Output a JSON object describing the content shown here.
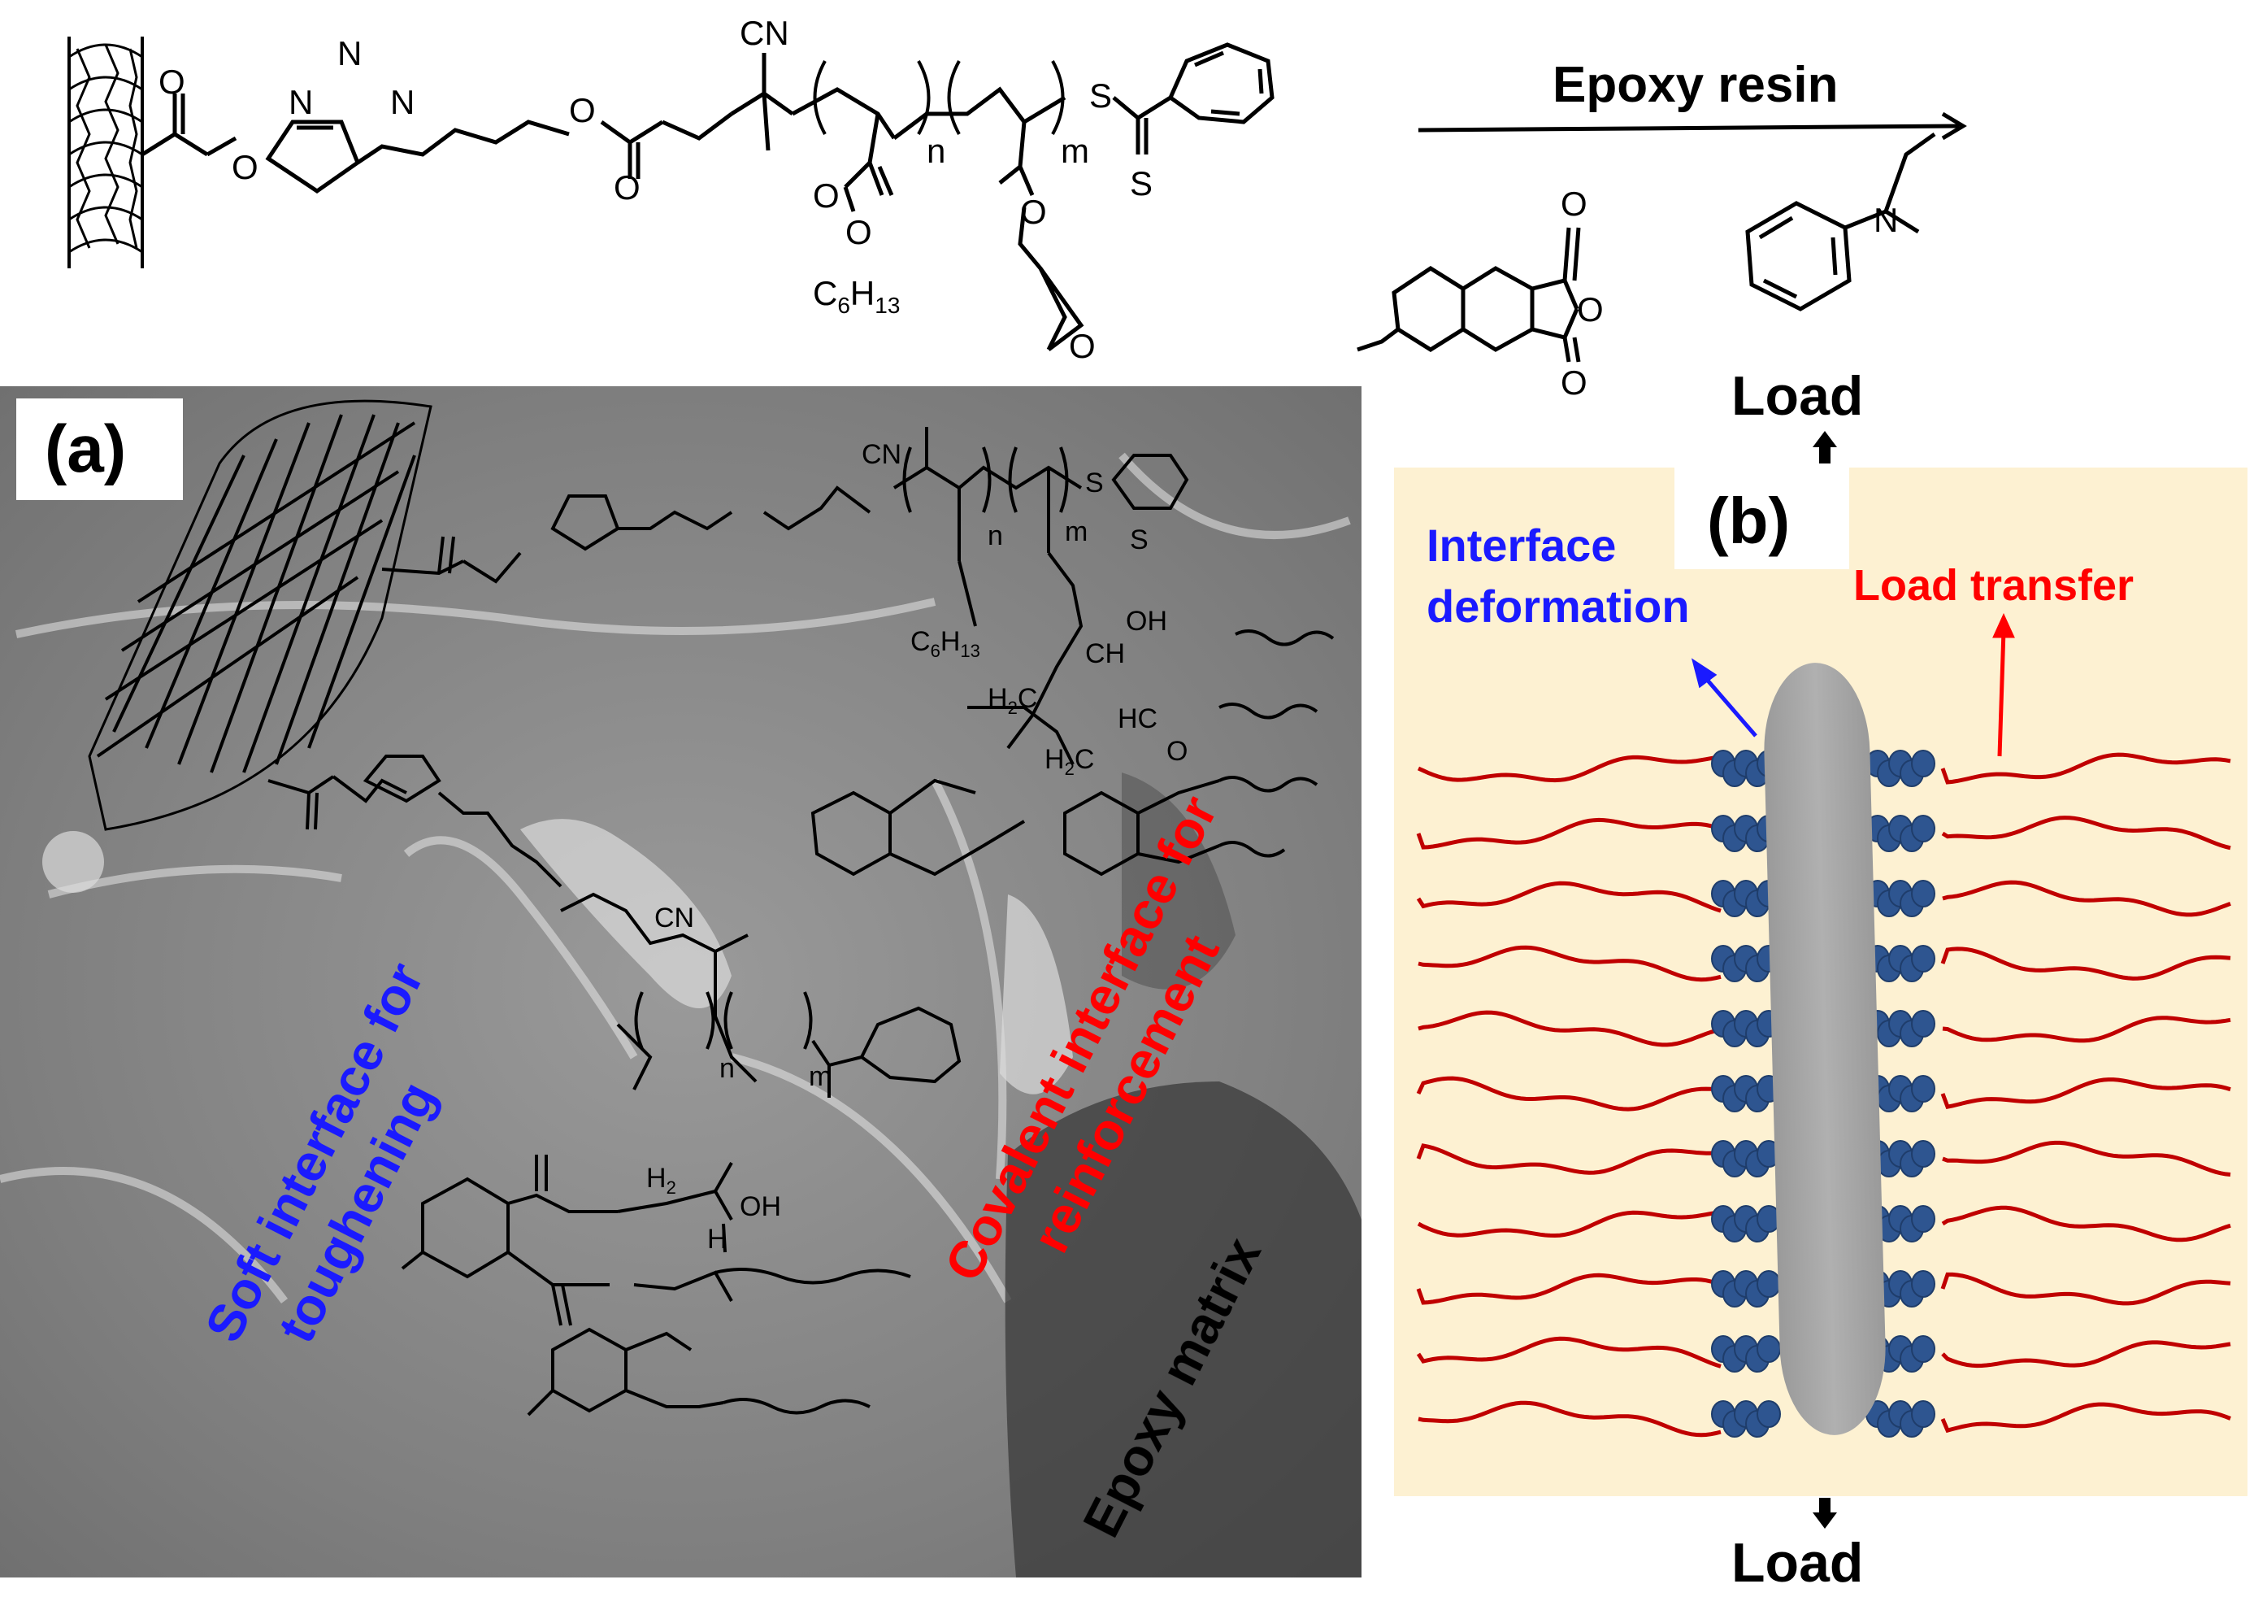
{
  "top_scheme": {
    "reagent_arrow_label": "Epoxy resin",
    "atoms": {
      "n1": "N",
      "n2": "N",
      "n3": "N",
      "o_ester1": "O",
      "o_ester2": "O",
      "o_link": "O",
      "cn": "CN",
      "o_a": "O",
      "o_b": "O",
      "o_c": "O",
      "o_d": "O",
      "hexyl_c": "C",
      "hexyl_c_sub": "6",
      "hexyl_h": "H",
      "hexyl_h_sub": "13",
      "s1": "S",
      "s2": "S",
      "o_epox": "O",
      "n_sub": "n",
      "m_sub": "m"
    },
    "reagents": {
      "anhydride_o1": "O",
      "anhydride_o2": "O",
      "anhydride_o3": "O",
      "amine_n": "N"
    }
  },
  "panel_a": {
    "label": "(a)",
    "text_soft": "Soft interface for toughening",
    "text_soft_line1": "Soft interface for",
    "text_soft_line2": "toughening",
    "text_covalent_line1": "Covalent interface for",
    "text_covalent_line2": "reinforcement",
    "text_matrix": "Epoxy matrix",
    "atoms": {
      "cn1": "CN",
      "n_a": "n",
      "m_a": "m",
      "s_a": "S",
      "s_b": "S",
      "c6h13_a": "C",
      "c6h13_a_sub1": "6",
      "c6h13_a_h": "H",
      "c6h13_a_sub2": "13",
      "oh1": "OH",
      "ch": "CH",
      "h2c": "H",
      "h2c_sub": "2",
      "h2c_c": "C",
      "hc": "HC",
      "h2c_b": "H",
      "h2c_b_c": "C",
      "o": "O",
      "cn2": "CN",
      "n_b": "n",
      "m_b": "m",
      "oh2": "OH",
      "h2": "H",
      "h2_sub": "2",
      "h": "H"
    },
    "colors": {
      "soft": "#1a1aff",
      "covalent": "#ff0000",
      "matrix": "#000000"
    }
  },
  "panel_b": {
    "label": "(b)",
    "load_top": "Load",
    "load_bottom": "Load",
    "interface_line1": "Interface",
    "interface_line2": "deformation",
    "load_transfer": "Load transfer",
    "colors": {
      "background": "#fdf1d2",
      "fiber": "#a6a6a6",
      "chain": "#c00000",
      "coil": "#2e5590",
      "interface_text": "#1a1aff",
      "transfer_text": "#ff0000"
    }
  }
}
